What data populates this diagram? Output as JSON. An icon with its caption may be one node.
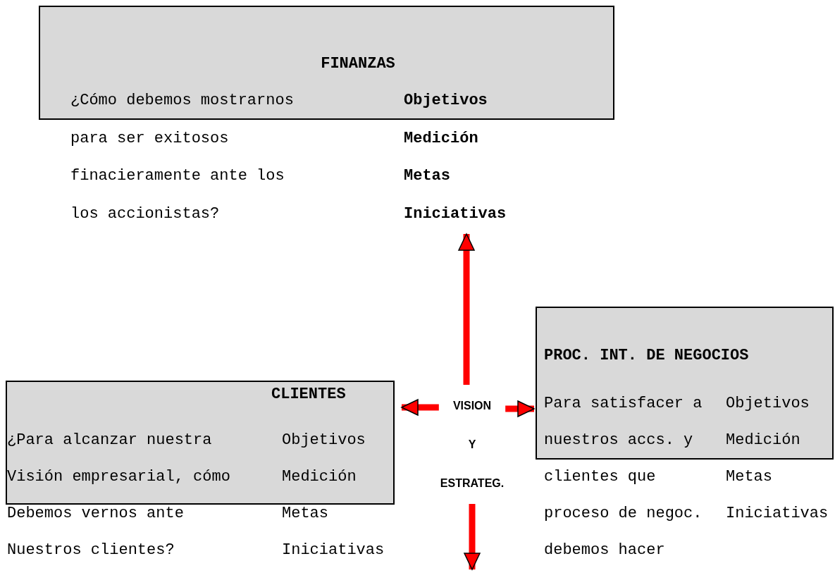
{
  "diagram": {
    "nodes": [
      {
        "text": [
          "FINANZAS",
          "¿Cómo debemos mostrarnos para ser exitosos finacieramente ante los los accionistas?",
          "Objetivos",
          "Medición",
          "Metas",
          "Iniciativas"
        ]
      },
      {
        "text": [
          "CLIENTES",
          "¿Para alcanzar nuestra Visión empresarial, cómo Debemos vernos ante Nuestros clientes?",
          "Objetivos",
          "Medición",
          "Metas",
          "Iniciativas"
        ]
      },
      {
        "text": [
          "VISION Y ESTRATEG."
        ]
      },
      {
        "text": [
          "PROC. INT. DE NEGOCIOS",
          "Para satisfacer a nuestros accs. y clientes que proceso de negoc. debemos hacer",
          "Objetivos",
          "Medición",
          "Metas",
          "Iniciativas"
        ]
      }
    ],
    "edges": [
      {
        "from": 2,
        "to": 0,
        "arrow": "to"
      },
      {
        "from": 2,
        "to": 1,
        "arrow": "to"
      },
      {
        "from": 2,
        "to": 3,
        "arrow": "to"
      },
      {
        "from": 2,
        "to": null,
        "arrow": "to"
      }
    ]
  }
}
